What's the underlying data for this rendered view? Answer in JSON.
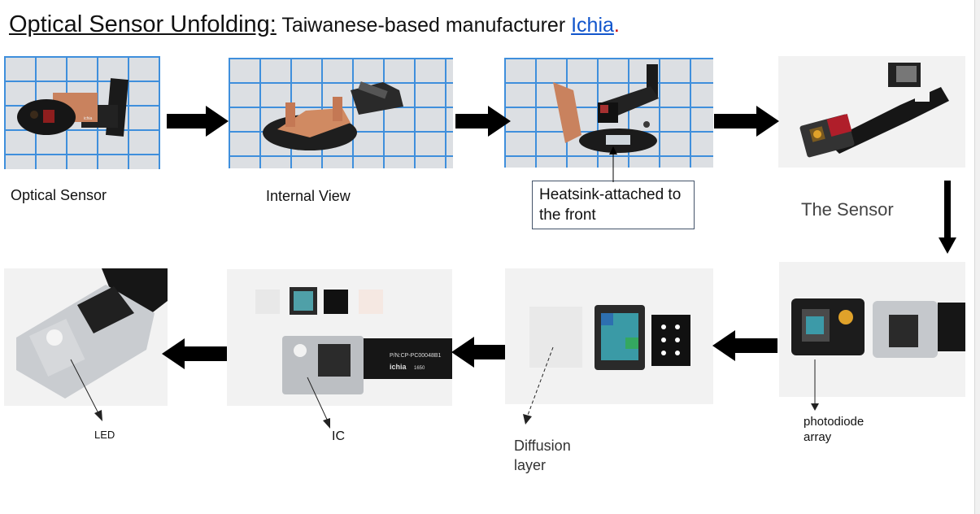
{
  "title": {
    "main": "Optical Sensor Unfolding:",
    "text": " Taiwanese-based manufacturer ",
    "link": "Ichia",
    "end": "."
  },
  "labels": {
    "optical_sensor": "Optical Sensor",
    "internal_view": "Internal View",
    "heatsink": "Heatsink-attached to the front",
    "the_sensor": "The Sensor",
    "led": "LED",
    "ic": "IC",
    "diffusion": "Diffusion layer",
    "photodiode": "photodiode array"
  },
  "print": {
    "brand": "ichia",
    "code": "1650",
    "part": "P/N:CP-PC00048B1"
  },
  "colors": {
    "grid_line": "#3f8fdc",
    "link": "#1155cc",
    "arrow": "#000000",
    "callout_border": "#44546a"
  }
}
